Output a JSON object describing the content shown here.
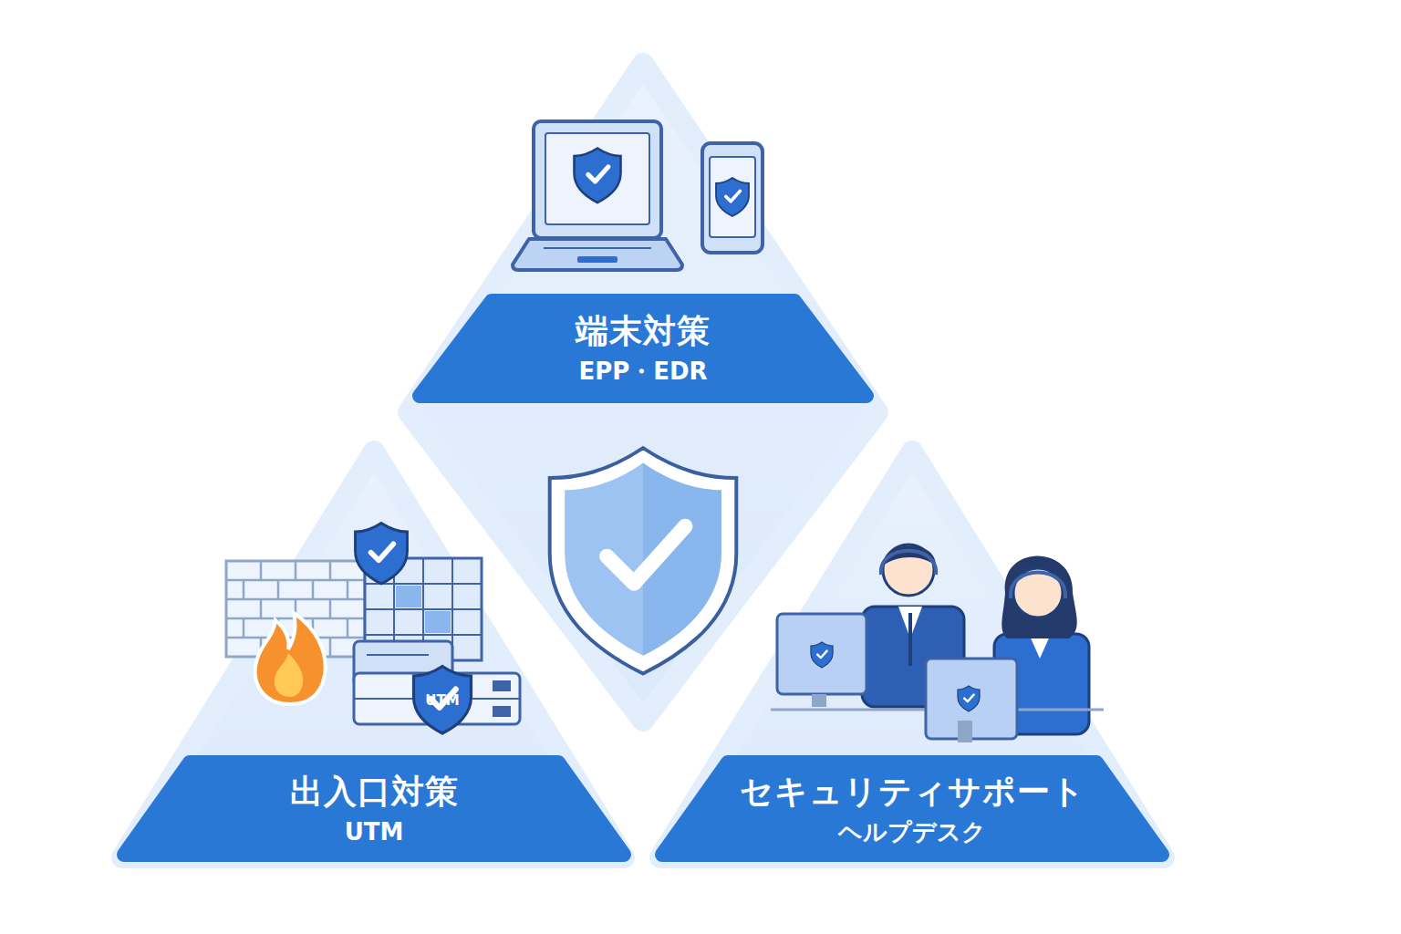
{
  "diagram": {
    "nodes": [
      {
        "text": [
          "端末対策",
          "EPP・EDR"
        ]
      },
      {
        "text": [
          "出入口対策",
          "UTM"
        ]
      },
      {
        "text": [
          "セキュリティサポート",
          "ヘルプデスク"
        ]
      }
    ],
    "labels": [
      "UTM"
    ]
  }
}
